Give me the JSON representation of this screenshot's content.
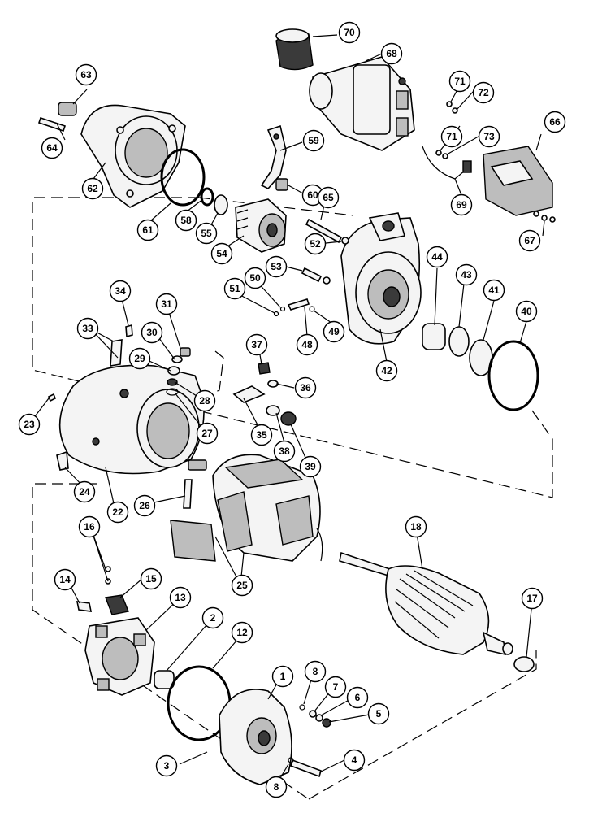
{
  "diagram": {
    "callouts": [
      {
        "id": "c1",
        "label": "1"
      },
      {
        "id": "c2",
        "label": "2"
      },
      {
        "id": "c3",
        "label": "3"
      },
      {
        "id": "c4",
        "label": "4"
      },
      {
        "id": "c5",
        "label": "5"
      },
      {
        "id": "c6",
        "label": "6"
      },
      {
        "id": "c7",
        "label": "7"
      },
      {
        "id": "c8a",
        "label": "8"
      },
      {
        "id": "c8b",
        "label": "8"
      },
      {
        "id": "c12",
        "label": "12"
      },
      {
        "id": "c13",
        "label": "13"
      },
      {
        "id": "c14",
        "label": "14"
      },
      {
        "id": "c15",
        "label": "15"
      },
      {
        "id": "c16",
        "label": "16"
      },
      {
        "id": "c17",
        "label": "17"
      },
      {
        "id": "c18",
        "label": "18"
      },
      {
        "id": "c22",
        "label": "22"
      },
      {
        "id": "c23",
        "label": "23"
      },
      {
        "id": "c24",
        "label": "24"
      },
      {
        "id": "c25",
        "label": "25"
      },
      {
        "id": "c26",
        "label": "26"
      },
      {
        "id": "c27",
        "label": "27"
      },
      {
        "id": "c28",
        "label": "28"
      },
      {
        "id": "c29",
        "label": "29"
      },
      {
        "id": "c30",
        "label": "30"
      },
      {
        "id": "c31",
        "label": "31"
      },
      {
        "id": "c33",
        "label": "33"
      },
      {
        "id": "c34",
        "label": "34"
      },
      {
        "id": "c35",
        "label": "35"
      },
      {
        "id": "c36",
        "label": "36"
      },
      {
        "id": "c37",
        "label": "37"
      },
      {
        "id": "c38",
        "label": "38"
      },
      {
        "id": "c39",
        "label": "39"
      },
      {
        "id": "c40",
        "label": "40"
      },
      {
        "id": "c41",
        "label": "41"
      },
      {
        "id": "c42",
        "label": "42"
      },
      {
        "id": "c43",
        "label": "43"
      },
      {
        "id": "c44",
        "label": "44"
      },
      {
        "id": "c48",
        "label": "48"
      },
      {
        "id": "c49",
        "label": "49"
      },
      {
        "id": "c50",
        "label": "50"
      },
      {
        "id": "c51",
        "label": "51"
      },
      {
        "id": "c52",
        "label": "52"
      },
      {
        "id": "c53",
        "label": "53"
      },
      {
        "id": "c54",
        "label": "54"
      },
      {
        "id": "c55",
        "label": "55"
      },
      {
        "id": "c58",
        "label": "58"
      },
      {
        "id": "c59",
        "label": "59"
      },
      {
        "id": "c60",
        "label": "60"
      },
      {
        "id": "c61",
        "label": "61"
      },
      {
        "id": "c62",
        "label": "62"
      },
      {
        "id": "c63",
        "label": "63"
      },
      {
        "id": "c64",
        "label": "64"
      },
      {
        "id": "c65",
        "label": "65"
      },
      {
        "id": "c66",
        "label": "66"
      },
      {
        "id": "c67",
        "label": "67"
      },
      {
        "id": "c68",
        "label": "68"
      },
      {
        "id": "c69",
        "label": "69"
      },
      {
        "id": "c70",
        "label": "70"
      },
      {
        "id": "c71a",
        "label": "71"
      },
      {
        "id": "c71b",
        "label": "71"
      },
      {
        "id": "c72",
        "label": "72"
      },
      {
        "id": "c73",
        "label": "73"
      }
    ]
  }
}
